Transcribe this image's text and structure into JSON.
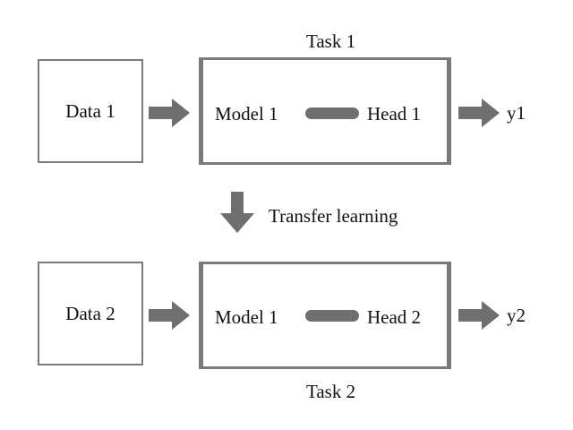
{
  "task1": {
    "title": "Task 1",
    "data_label": "Data 1",
    "model_label": "Model 1",
    "head_label": "Head 1",
    "output_label": "y1"
  },
  "task2": {
    "title": "Task 2",
    "data_label": "Data 2",
    "model_label": "Model 1",
    "head_label": "Head 2",
    "output_label": "y2"
  },
  "transfer": {
    "label": "Transfer learning"
  },
  "colors": {
    "box_border": "#7a7a7a",
    "arrow": "#6f6f6f",
    "text": "#111111"
  }
}
